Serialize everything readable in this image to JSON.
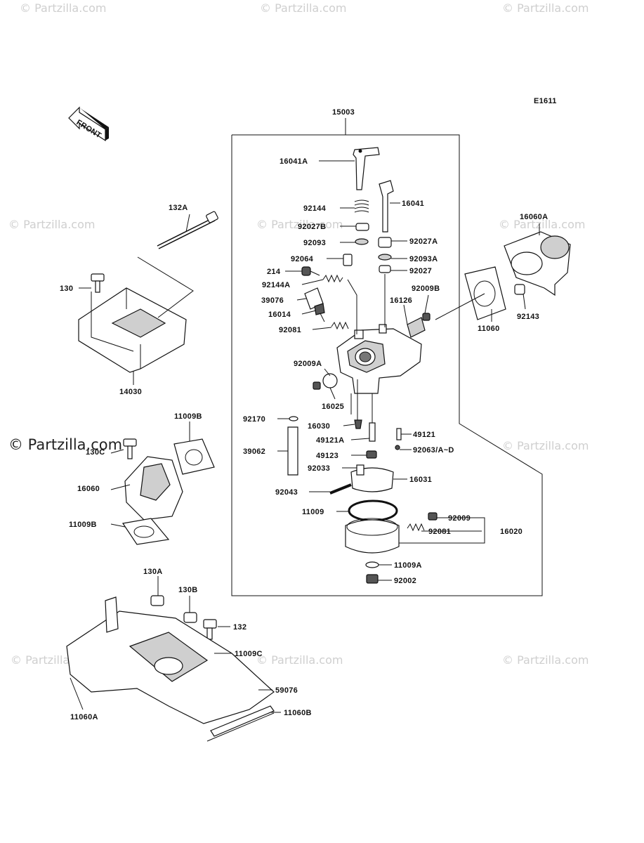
{
  "diagram_code": "E1611",
  "front_label": "FRONT",
  "watermark": "© Partzilla.com",
  "callouts": [
    {
      "id": "15003"
    },
    {
      "id": "16041A"
    },
    {
      "id": "16041"
    },
    {
      "id": "92144"
    },
    {
      "id": "92027B"
    },
    {
      "id": "92027A"
    },
    {
      "id": "92093"
    },
    {
      "id": "92093A"
    },
    {
      "id": "92064"
    },
    {
      "id": "92027"
    },
    {
      "id": "214"
    },
    {
      "id": "92144A"
    },
    {
      "id": "92009B"
    },
    {
      "id": "39076"
    },
    {
      "id": "16126"
    },
    {
      "id": "16014"
    },
    {
      "id": "92081"
    },
    {
      "id": "92009A"
    },
    {
      "id": "16025"
    },
    {
      "id": "92170"
    },
    {
      "id": "16030"
    },
    {
      "id": "49121"
    },
    {
      "id": "49121A"
    },
    {
      "id": "92063/A~D"
    },
    {
      "id": "39062"
    },
    {
      "id": "49123"
    },
    {
      "id": "92033"
    },
    {
      "id": "16031"
    },
    {
      "id": "92043"
    },
    {
      "id": "11009"
    },
    {
      "id": "92009"
    },
    {
      "id": "92081"
    },
    {
      "id": "16020"
    },
    {
      "id": "11009A"
    },
    {
      "id": "92002"
    },
    {
      "id": "132A"
    },
    {
      "id": "130"
    },
    {
      "id": "14030"
    },
    {
      "id": "16060A"
    },
    {
      "id": "11060"
    },
    {
      "id": "92143"
    },
    {
      "id": "11009B"
    },
    {
      "id": "130C"
    },
    {
      "id": "16060"
    },
    {
      "id": "11009B"
    },
    {
      "id": "130A"
    },
    {
      "id": "130B"
    },
    {
      "id": "132"
    },
    {
      "id": "11009C"
    },
    {
      "id": "59076"
    },
    {
      "id": "11060B"
    },
    {
      "id": "11060A"
    }
  ]
}
